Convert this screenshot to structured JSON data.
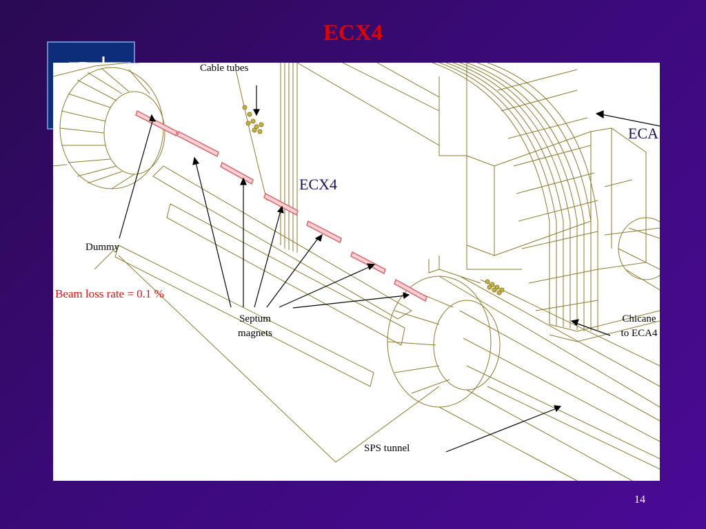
{
  "slide": {
    "title": "ECX4",
    "page_number": "14"
  },
  "colors": {
    "background": "#3a0a78",
    "title": "#e30000",
    "drawing_lines": "#8b7a2a",
    "septum_magnets": "#d9646e",
    "beam_loss_text": "#dd1111"
  },
  "labels": {
    "cable_tubes": "Cable tubes",
    "eca": "ECA",
    "ecx4": "ECX4",
    "dummy": "Dummy",
    "beam_loss": "Beam loss rate = 0.1 %",
    "septum_line1": "Septum",
    "septum_line2": "magnets",
    "chicane_line1": "Chicane",
    "chicane_line2": "to ECA4",
    "sps_tunnel": "SPS tunnel"
  }
}
